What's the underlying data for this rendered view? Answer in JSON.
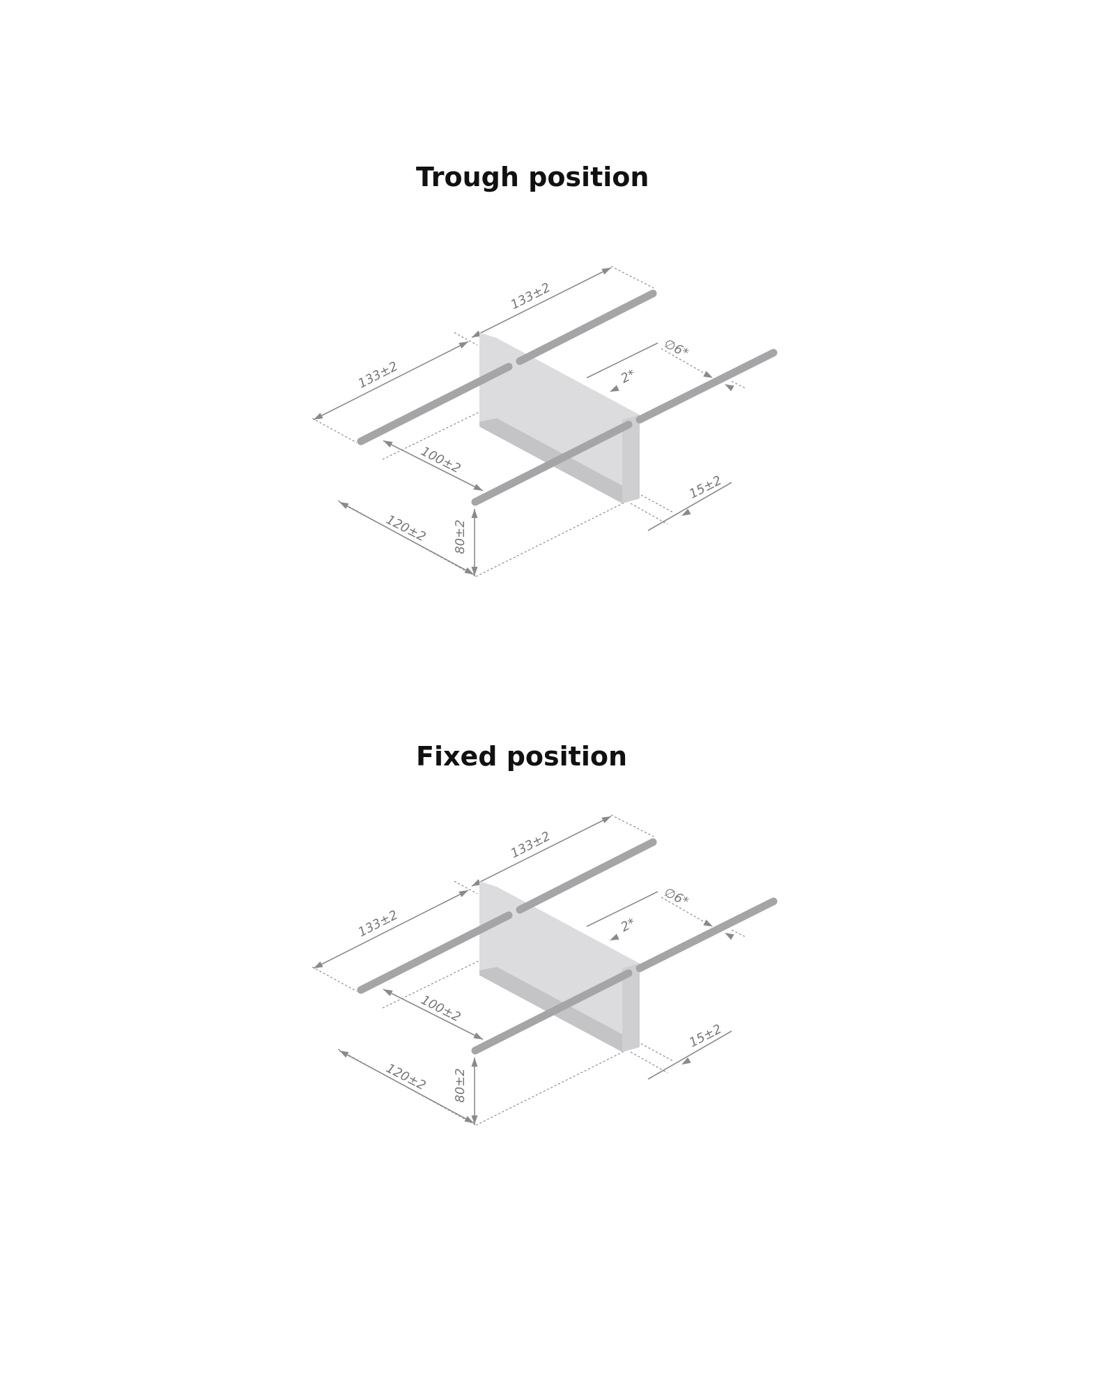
{
  "sections": [
    {
      "title": "Trough position",
      "dimensions": {
        "rail_back_length": "133±2",
        "rail_front_length": "133±2",
        "rail_diameter": "∅6*",
        "plate_thickness": "2*",
        "rail_spacing": "100±2",
        "plate_flange": "15±2",
        "depth": "120±2",
        "height": "80±2"
      }
    },
    {
      "title": "Fixed position",
      "dimensions": {
        "rail_back_length": "133±2",
        "rail_front_length": "133±2",
        "rail_diameter": "∅6*",
        "plate_thickness": "2*",
        "rail_spacing": "100±2",
        "plate_flange": "15±2",
        "depth": "120±2",
        "height": "80±2"
      }
    }
  ],
  "colors": {
    "rail": "#a5a5a7",
    "plate": "#dcdcde",
    "plate_shadow": "#c4c4c6",
    "dimension_line": "#8a8a8a",
    "dimension_text": "#777777"
  }
}
